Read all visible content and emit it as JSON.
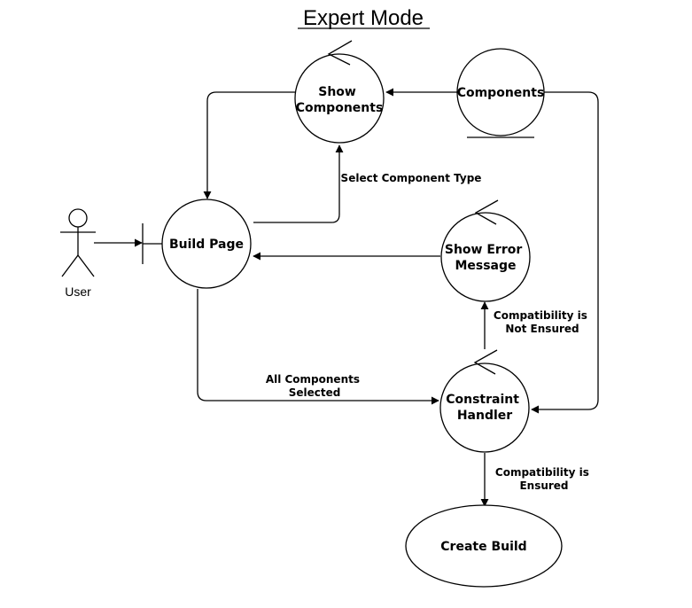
{
  "title": "Expert Mode",
  "actor": {
    "label": "User"
  },
  "nodes": {
    "show_components": {
      "lines": [
        "Show",
        "Components"
      ],
      "kind": "control"
    },
    "components": {
      "lines": [
        "Components"
      ],
      "kind": "entity"
    },
    "build_page": {
      "lines": [
        "Build Page"
      ],
      "kind": "boundary"
    },
    "show_error_message": {
      "lines": [
        "Show Error",
        "Message"
      ],
      "kind": "control"
    },
    "constraint_handler": {
      "lines": [
        "Constraint",
        "Handler"
      ],
      "kind": "control"
    },
    "create_build": {
      "lines": [
        "Create Build"
      ],
      "kind": "terminal"
    }
  },
  "edges": {
    "select_component_type": {
      "lines": [
        "Select Component Type"
      ]
    },
    "compatibility_not_ensured": {
      "lines": [
        "Compatibility is",
        "Not Ensured"
      ]
    },
    "all_components_selected": {
      "lines": [
        "All Components",
        "Selected"
      ]
    },
    "compatibility_ensured": {
      "lines": [
        "Compatibility is",
        "Ensured"
      ]
    }
  }
}
